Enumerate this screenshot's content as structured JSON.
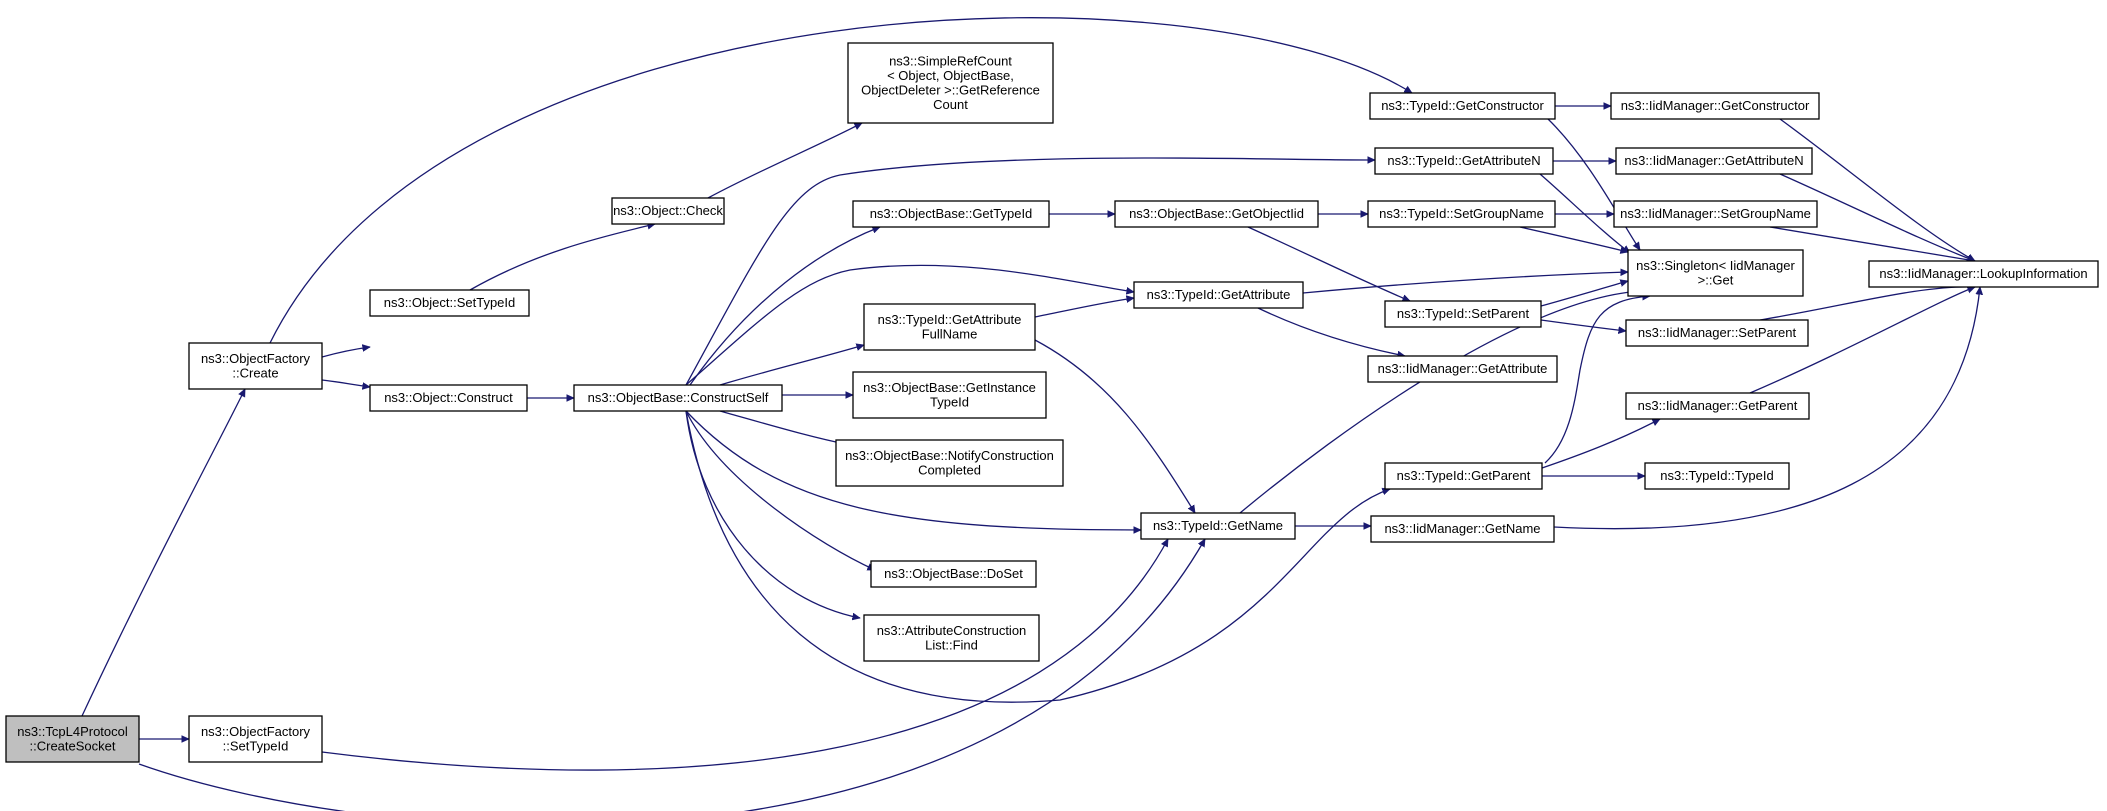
{
  "diagram": {
    "type": "call-graph",
    "colors": {
      "edge": "#191970",
      "root_fill": "#bfbfbf",
      "node_fill": "#ffffff",
      "node_border": "#000000"
    },
    "nodes": [
      {
        "id": "tcp_create",
        "lines": [
          "ns3::TcpL4Protocol",
          "::CreateSocket"
        ],
        "root": true
      },
      {
        "id": "of_create",
        "lines": [
          "ns3::ObjectFactory",
          "::Create"
        ]
      },
      {
        "id": "of_settypeid",
        "lines": [
          "ns3::ObjectFactory",
          "::SetTypeId"
        ]
      },
      {
        "id": "obj_settypeid",
        "lines": [
          "ns3::Object::SetTypeId"
        ]
      },
      {
        "id": "obj_construct",
        "lines": [
          "ns3::Object::Construct"
        ]
      },
      {
        "id": "obj_check",
        "lines": [
          "ns3::Object::Check"
        ]
      },
      {
        "id": "simplerefcount",
        "lines": [
          "ns3::SimpleRefCount",
          "< Object, ObjectBase,",
          "ObjectDeleter >::GetReference",
          "Count"
        ]
      },
      {
        "id": "ob_constructself",
        "lines": [
          "ns3::ObjectBase::ConstructSelf"
        ]
      },
      {
        "id": "ob_gettypeid",
        "lines": [
          "ns3::ObjectBase::GetTypeId"
        ]
      },
      {
        "id": "tid_getattrfullname",
        "lines": [
          "ns3::TypeId::GetAttribute",
          "FullName"
        ]
      },
      {
        "id": "ob_getinstancetypeid",
        "lines": [
          "ns3::ObjectBase::GetInstance",
          "TypeId"
        ]
      },
      {
        "id": "ob_notifyconstruction",
        "lines": [
          "ns3::ObjectBase::NotifyConstruction",
          "Completed"
        ]
      },
      {
        "id": "ob_doset",
        "lines": [
          "ns3::ObjectBase::DoSet"
        ]
      },
      {
        "id": "acl_find",
        "lines": [
          "ns3::AttributeConstruction",
          "List::Find"
        ]
      },
      {
        "id": "ob_getobjectiid",
        "lines": [
          "ns3::ObjectBase::GetObjectIid"
        ]
      },
      {
        "id": "tid_getattribute",
        "lines": [
          "ns3::TypeId::GetAttribute"
        ]
      },
      {
        "id": "tid_getname",
        "lines": [
          "ns3::TypeId::GetName"
        ]
      },
      {
        "id": "tid_getconstructor",
        "lines": [
          "ns3::TypeId::GetConstructor"
        ]
      },
      {
        "id": "tid_getattributen",
        "lines": [
          "ns3::TypeId::GetAttributeN"
        ]
      },
      {
        "id": "tid_setgroupname",
        "lines": [
          "ns3::TypeId::SetGroupName"
        ]
      },
      {
        "id": "tid_setparent",
        "lines": [
          "ns3::TypeId::SetParent"
        ]
      },
      {
        "id": "iid_getattribute",
        "lines": [
          "ns3::IidManager::GetAttribute"
        ]
      },
      {
        "id": "tid_getparent",
        "lines": [
          "ns3::TypeId::GetParent"
        ]
      },
      {
        "id": "iid_getname",
        "lines": [
          "ns3::IidManager::GetName"
        ]
      },
      {
        "id": "iid_getconstructor",
        "lines": [
          "ns3::IidManager::GetConstructor"
        ]
      },
      {
        "id": "iid_getattributen",
        "lines": [
          "ns3::IidManager::GetAttributeN"
        ]
      },
      {
        "id": "iid_setgroupname",
        "lines": [
          "ns3::IidManager::SetGroupName"
        ]
      },
      {
        "id": "singleton_get",
        "lines": [
          "ns3::Singleton< IidManager",
          ">::Get"
        ]
      },
      {
        "id": "iid_setparent",
        "lines": [
          "ns3::IidManager::SetParent"
        ]
      },
      {
        "id": "iid_getparent",
        "lines": [
          "ns3::IidManager::GetParent"
        ]
      },
      {
        "id": "tid_typeid",
        "lines": [
          "ns3::TypeId::TypeId"
        ]
      },
      {
        "id": "iid_lookup",
        "lines": [
          "ns3::IidManager::LookupInformation"
        ]
      }
    ],
    "edges": [
      [
        "tcp_create",
        "of_create"
      ],
      [
        "tcp_create",
        "of_settypeid"
      ],
      [
        "tcp_create",
        "tid_getname"
      ],
      [
        "of_create",
        "obj_settypeid"
      ],
      [
        "of_create",
        "obj_construct"
      ],
      [
        "of_create",
        "tid_getconstructor"
      ],
      [
        "of_settypeid",
        "tid_getname"
      ],
      [
        "obj_settypeid",
        "obj_check"
      ],
      [
        "obj_check",
        "simplerefcount"
      ],
      [
        "obj_construct",
        "ob_constructself"
      ],
      [
        "ob_constructself",
        "ob_gettypeid"
      ],
      [
        "ob_constructself",
        "tid_getattributen"
      ],
      [
        "ob_constructself",
        "tid_getattribute"
      ],
      [
        "ob_constructself",
        "tid_getattrfullname"
      ],
      [
        "ob_constructself",
        "ob_getinstancetypeid"
      ],
      [
        "ob_constructself",
        "ob_notifyconstruction"
      ],
      [
        "ob_constructself",
        "tid_getname"
      ],
      [
        "ob_constructself",
        "ob_doset"
      ],
      [
        "ob_constructself",
        "acl_find"
      ],
      [
        "ob_constructself",
        "tid_getparent"
      ],
      [
        "ob_gettypeid",
        "ob_getobjectiid"
      ],
      [
        "ob_getobjectiid",
        "tid_setgroupname"
      ],
      [
        "ob_getobjectiid",
        "tid_setparent"
      ],
      [
        "tid_getattrfullname",
        "tid_getattribute"
      ],
      [
        "tid_getattrfullname",
        "tid_getname"
      ],
      [
        "tid_getattribute",
        "singleton_get"
      ],
      [
        "tid_getattribute",
        "iid_getattribute"
      ],
      [
        "tid_getname",
        "singleton_get"
      ],
      [
        "tid_getname",
        "iid_getname"
      ],
      [
        "tid_getconstructor",
        "iid_getconstructor"
      ],
      [
        "tid_getconstructor",
        "singleton_get"
      ],
      [
        "tid_getattributen",
        "iid_getattributen"
      ],
      [
        "tid_getattributen",
        "singleton_get"
      ],
      [
        "tid_setgroupname",
        "iid_setgroupname"
      ],
      [
        "tid_setgroupname",
        "singleton_get"
      ],
      [
        "tid_setparent",
        "singleton_get"
      ],
      [
        "tid_setparent",
        "iid_setparent"
      ],
      [
        "tid_getparent",
        "singleton_get"
      ],
      [
        "tid_getparent",
        "iid_getparent"
      ],
      [
        "tid_getparent",
        "tid_typeid"
      ],
      [
        "iid_getconstructor",
        "iid_lookup"
      ],
      [
        "iid_getattributen",
        "iid_lookup"
      ],
      [
        "iid_setgroupname",
        "iid_lookup"
      ],
      [
        "iid_setparent",
        "iid_lookup"
      ],
      [
        "iid_getparent",
        "iid_lookup"
      ],
      [
        "iid_getname",
        "iid_lookup"
      ]
    ]
  }
}
